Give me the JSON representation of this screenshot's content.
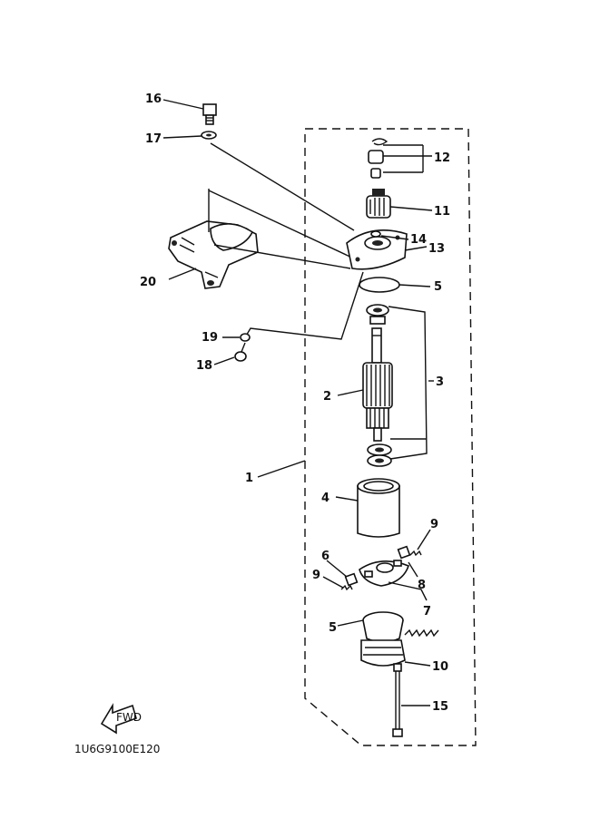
{
  "diagram": {
    "part_code": "1U6G9100E120",
    "fwd_label": "FWD",
    "callouts": [
      {
        "id": "c16",
        "text": "16"
      },
      {
        "id": "c17",
        "text": "17"
      },
      {
        "id": "c12",
        "text": "12"
      },
      {
        "id": "c11",
        "text": "11"
      },
      {
        "id": "c14",
        "text": "14"
      },
      {
        "id": "c13",
        "text": "13"
      },
      {
        "id": "c20",
        "text": "20"
      },
      {
        "id": "c5a",
        "text": "5"
      },
      {
        "id": "c19",
        "text": "19"
      },
      {
        "id": "c18",
        "text": "18"
      },
      {
        "id": "c3",
        "text": "3"
      },
      {
        "id": "c2",
        "text": "2"
      },
      {
        "id": "c1",
        "text": "1"
      },
      {
        "id": "c4",
        "text": "4"
      },
      {
        "id": "c9a",
        "text": "9"
      },
      {
        "id": "c6",
        "text": "6"
      },
      {
        "id": "c9b",
        "text": "9"
      },
      {
        "id": "c8",
        "text": "8"
      },
      {
        "id": "c7",
        "text": "7"
      },
      {
        "id": "c5b",
        "text": "5"
      },
      {
        "id": "c10",
        "text": "10"
      },
      {
        "id": "c15",
        "text": "15"
      }
    ]
  }
}
